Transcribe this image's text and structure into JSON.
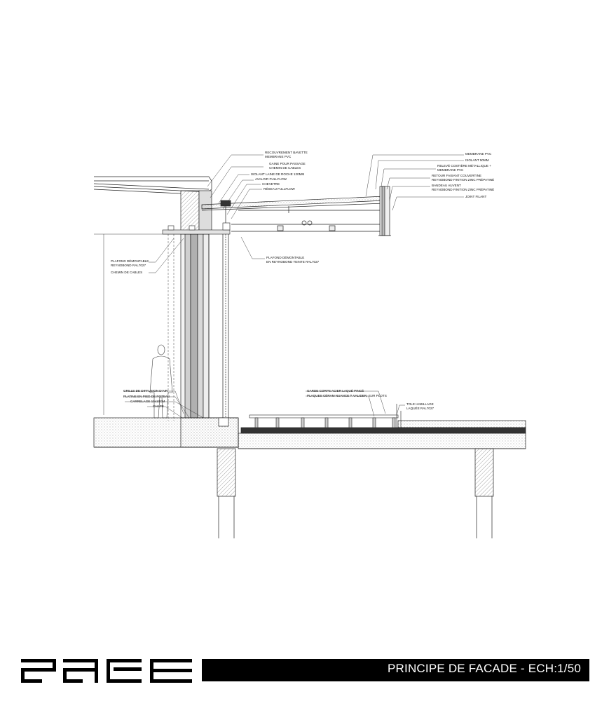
{
  "title_block": {
    "title": "PRINCIPE DE FACADE - ECH:1/50",
    "logo": "PACE logo (stylised block letters)"
  },
  "labels": {
    "recouvrement": [
      "RECOUVREMENT BAVETTE",
      "MEMBRANE PVC"
    ],
    "gaine": [
      "GAINE POUR PASSAGE",
      "CHEMIN DE CABLES"
    ],
    "isolant_laine": [
      "ISOLANT LAINE DE ROCHE 120MM"
    ],
    "avaloir": [
      "AVALOIR FULLFLOW"
    ],
    "chevetre": [
      "CHEVETRE"
    ],
    "reseau": [
      "RÉSEAU FULLFLOW"
    ],
    "membrane_pvc": [
      "MEMBRANE PVC"
    ],
    "isolant_50": [
      "ISOLANT 50MM"
    ],
    "releve": [
      "RELEVÉ COSTIÈRE MÉTALLIQUE +",
      "MEMBRANE PVC"
    ],
    "retour": [
      "RETOUR FAISANT COUVERTINE",
      "REYNOBOND FINITION ZINC PRÉPATINÉ"
    ],
    "bandeau": [
      "BANDEAU AUVENT",
      "REYNOBOND FINITION ZINC PRÉPATINÉ"
    ],
    "joint": [
      "JOINT FILANT"
    ],
    "plafond_gauche": [
      "PLAFOND DÉMONTABLE",
      "REYNOBOND RAL7027"
    ],
    "chemin_cables": [
      "CHEMIN DE CABLES"
    ],
    "plafond_auvent": [
      "PLAFOND DÉMONTABLE",
      "EN REYNOBOND TEINTE RAL7027"
    ],
    "grille": [
      "GRILLE DE DIFFUSION D'AIR"
    ],
    "platine": [
      "PLATINE EN PIED DE POTEAU"
    ],
    "carrelage": [
      "CARRELAGE 10x10CM"
    ],
    "chape": [
      "CHAPE"
    ],
    "garde_corps": [
      "GARDE CORPS ACIER LAQUÉ PINCÉ"
    ],
    "plaques": [
      "PLAQUES CÉRAM NUANCE À VALIDER, SUR PLOTS"
    ],
    "tole": [
      "TOLE HABILLAGE",
      "LAQUÉE RAL7027"
    ]
  }
}
